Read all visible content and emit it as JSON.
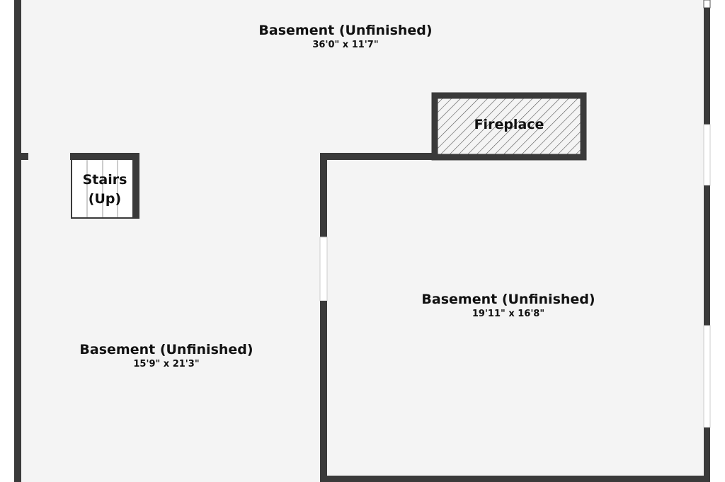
{
  "rooms": [
    {
      "name": "Basement (Unfinished)",
      "dimensions": "36'0\" x 11'7\""
    },
    {
      "name": "Basement (Unfinished)",
      "dimensions": "19'11\" x 16'8\""
    },
    {
      "name": "Basement (Unfinished)",
      "dimensions": "15'9\" x 21'3\""
    }
  ],
  "features": {
    "fireplace": "Fireplace",
    "stairs_line1": "Stairs",
    "stairs_line2": "(Up)"
  },
  "colors": {
    "wall": "#3a3a3a",
    "floor": "#f4f4f4"
  }
}
